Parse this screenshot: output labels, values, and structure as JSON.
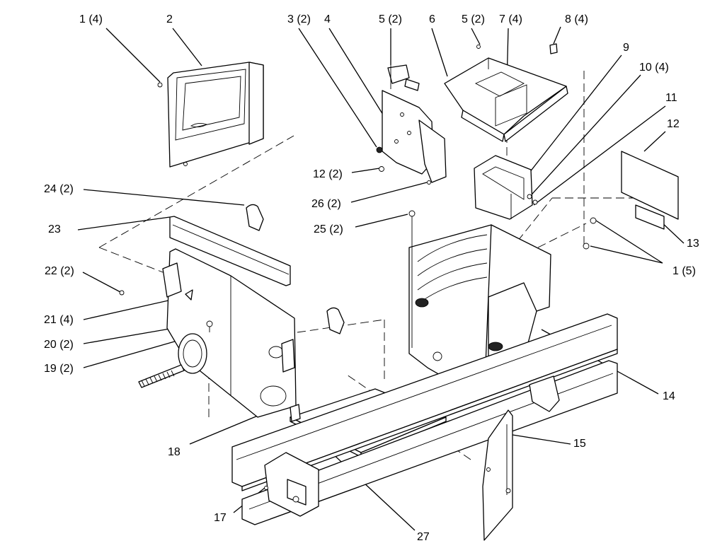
{
  "diagram": {
    "callouts": [
      {
        "id": "c1",
        "text": "1 (4)"
      },
      {
        "id": "c2",
        "text": "2"
      },
      {
        "id": "c3",
        "text": "3 (2)"
      },
      {
        "id": "c4",
        "text": "4"
      },
      {
        "id": "c5a",
        "text": "5 (2)"
      },
      {
        "id": "c6",
        "text": "6"
      },
      {
        "id": "c5b",
        "text": "5 (2)"
      },
      {
        "id": "c7",
        "text": "7 (4)"
      },
      {
        "id": "c8",
        "text": "8 (4)"
      },
      {
        "id": "c9",
        "text": "9"
      },
      {
        "id": "c10",
        "text": "10 (4)"
      },
      {
        "id": "c11",
        "text": "11"
      },
      {
        "id": "c12a",
        "text": "12"
      },
      {
        "id": "c12b",
        "text": "12 (2)"
      },
      {
        "id": "c26",
        "text": "26 (2)"
      },
      {
        "id": "c24",
        "text": "24 (2)"
      },
      {
        "id": "c23",
        "text": "23"
      },
      {
        "id": "c25",
        "text": "25 (2)"
      },
      {
        "id": "c13",
        "text": "13"
      },
      {
        "id": "c1b",
        "text": "1 (5)"
      },
      {
        "id": "c22",
        "text": "22 (2)"
      },
      {
        "id": "c21",
        "text": "21 (4)"
      },
      {
        "id": "c20",
        "text": "20 (2)"
      },
      {
        "id": "c19",
        "text": "19 (2)"
      },
      {
        "id": "c14",
        "text": "14"
      },
      {
        "id": "c15",
        "text": "15"
      },
      {
        "id": "c18",
        "text": "18"
      },
      {
        "id": "c17",
        "text": "17"
      },
      {
        "id": "c27",
        "text": "27"
      }
    ]
  }
}
